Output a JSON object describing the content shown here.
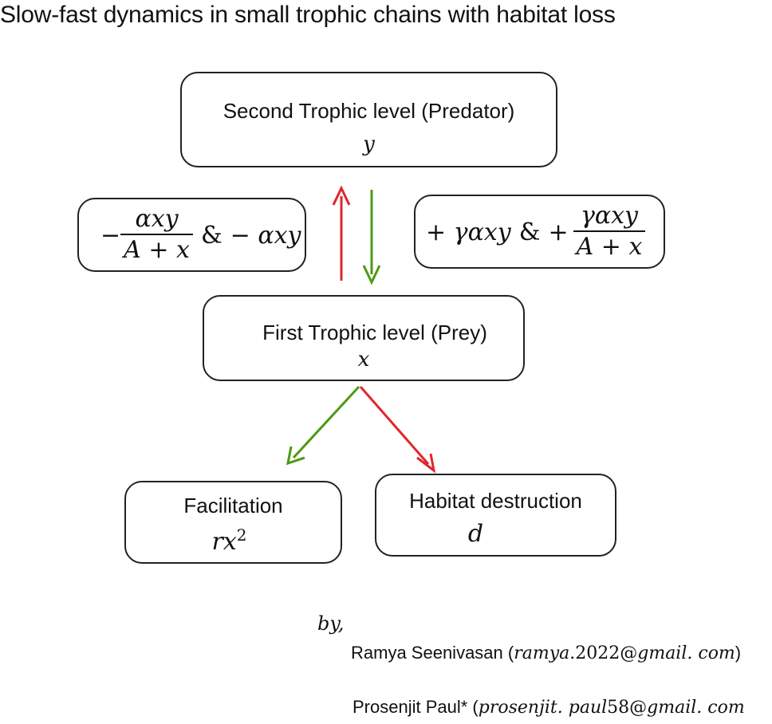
{
  "title": "Slow-fast dynamics in small trophic chains with habitat loss",
  "predator": {
    "label": "Second Trophic level (Predator)",
    "var": "y"
  },
  "prey": {
    "label": "First Trophic level (Prey)",
    "var": "x"
  },
  "left_term": {
    "minus": "−",
    "num": "αxy",
    "den": "A + x",
    "amp": "&",
    "rest": "− αxy"
  },
  "right_term": {
    "lead": "+ γαxy",
    "amp": "&",
    "plus": "+",
    "num": "γαxy",
    "den": "A + x"
  },
  "facilitation": {
    "label": "Facilitation",
    "var": "rx",
    "sup": "2"
  },
  "habitat": {
    "label": "Habitat destruction",
    "var": "d"
  },
  "byline": "by,",
  "authors": [
    {
      "name": "Ramya Seenivasan (",
      "email_user": "ramya",
      "email_num": ".2022@",
      "email_dom": "gmail. com",
      "close": ")"
    },
    {
      "name": "Prosenjit Paul* (",
      "email_user": "prosenjit. paul",
      "email_num": "58@",
      "email_dom": "gmail. com",
      "close": ""
    }
  ],
  "colors": {
    "red": "#e0262e",
    "green": "#4c9a12",
    "border": "#222222"
  }
}
